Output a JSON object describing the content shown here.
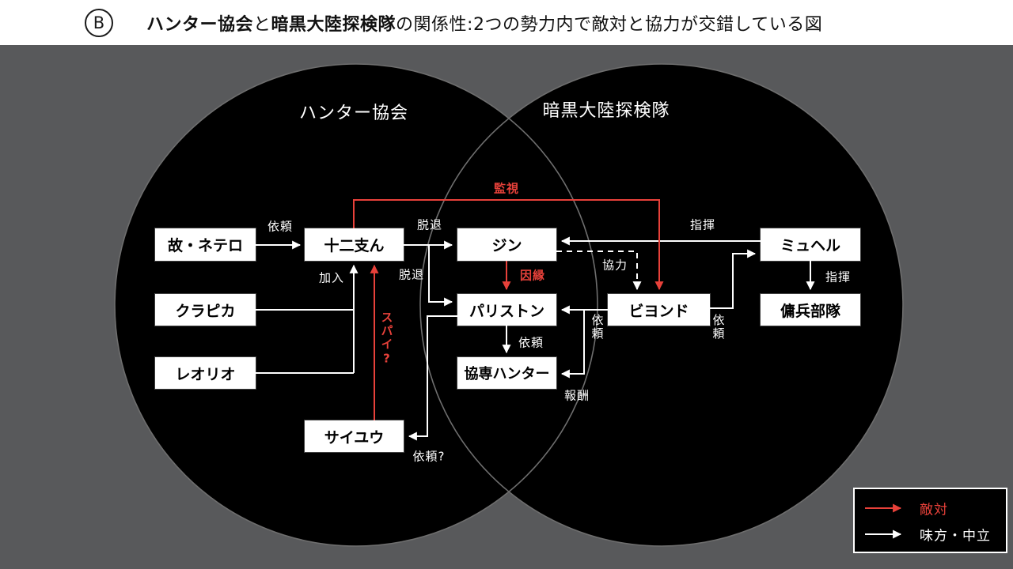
{
  "header": {
    "badge": "B",
    "title_bold_1": "ハンター協会",
    "title_regular_1": "と",
    "title_bold_2": "暗黒大陸探検隊",
    "title_regular_2": "の関係性:2つの勢力内で敵対と協力が交錯している図"
  },
  "groups": {
    "left": "ハンター協会",
    "right": "暗黒大陸探検隊"
  },
  "nodes": {
    "netero": "故・ネテロ",
    "kurapika": "クラピカ",
    "leorio": "レオリオ",
    "zodiacs": "十二支ん",
    "saiyu": "サイユウ",
    "ging": "ジン",
    "pariston": "パリストン",
    "kyosen_hunters": "協専ハンター",
    "beyond": "ビヨンド",
    "muherr": "ミュヘル",
    "mercenary": "傭兵部隊"
  },
  "edge_labels": {
    "netero_zodiacs": "依頼",
    "join_zodiacs": "加入",
    "spy": "スパイ?",
    "leave_ging": "脱退",
    "leave_pariston": "脱退",
    "request_saiyu": "依頼?",
    "grudge": "因縁",
    "surveillance": "監視",
    "cooperation": "協力",
    "command_ging": "指揮",
    "request_muherr": "依頼",
    "command_mercenary": "指揮",
    "request_kyosen": "依頼",
    "reward": "報酬",
    "request_pariston_kyosen": "依頼"
  },
  "legend": {
    "hostile": "敵対",
    "ally": "味方・中立"
  },
  "colors": {
    "hostile_red": "#e8413a",
    "ally_white": "#ffffff",
    "background_gray": "#58595b",
    "circle_black": "#000000"
  }
}
